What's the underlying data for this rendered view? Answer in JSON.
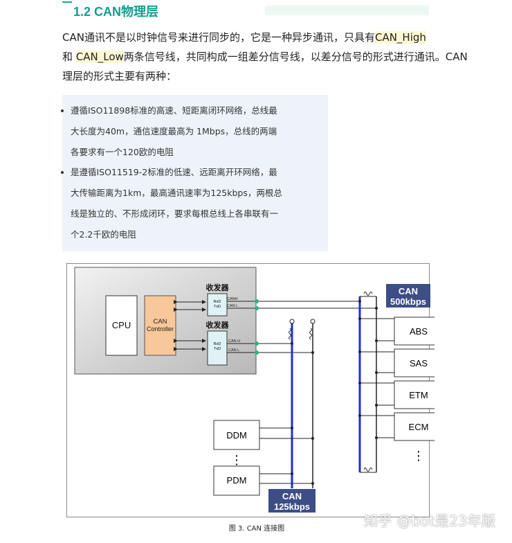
{
  "heading": "1.2 CAN物理层",
  "intro": {
    "line1_pre": "CAN通讯不是以时钟信号来进行同步的，它是一种异步通讯，只具有",
    "line1_hl": "CAN_High",
    "line2_pre": "和 ",
    "line2_hl": "CAN_Low",
    "line2_post": "两条信号线，共同构成一组差分信号线，以差分信号的形式进行通讯。CAN",
    "line3": "理层的形式主要有两种："
  },
  "bullets": [
    {
      "lines": [
        "遵循ISO11898标准的高速、短距离闭环网络，总线最",
        "大长度为40m，通信速度最高为 1Mbps，总线的两端",
        "各要求有一个120欧的电阻"
      ]
    },
    {
      "lines": [
        "是遵循ISO11519-2标准的低速、远距离开环网络，最",
        "大传输距离为1km，最高通讯速率为125kbps，两根总",
        "线是独立的、不形成闭环，要求每根总线上各串联有一",
        "个2.2千欧的电阻"
      ]
    }
  ],
  "diagram": {
    "cpu": "CPU",
    "controller_line1": "CAN",
    "controller_line2": "Controller",
    "transceiver": "收发器",
    "rxd": "RxD",
    "txd": "TxD",
    "canh": "CANH",
    "canl": "CAN L",
    "canh2": "CAN H",
    "canl2": "CAN L",
    "high_speed_line1": "CAN",
    "high_speed_line2": "500kbps",
    "low_speed_line1": "CAN",
    "low_speed_line2": "125kbps",
    "nodes_right": [
      "ABS",
      "SAS",
      "ETM",
      "ECM"
    ],
    "nodes_left": [
      "DDM",
      "PDM"
    ],
    "dots": "⋮",
    "caption": "图 3.   CAN 连接图",
    "colors": {
      "blue_bus": "#1c2fd6",
      "label_bg": "#3d4e86",
      "controller": "#f8c79a",
      "transceiver": "#dff3f6",
      "module_bg": "#d8d8d8"
    }
  },
  "watermark": "知乎 @bot是23年版"
}
